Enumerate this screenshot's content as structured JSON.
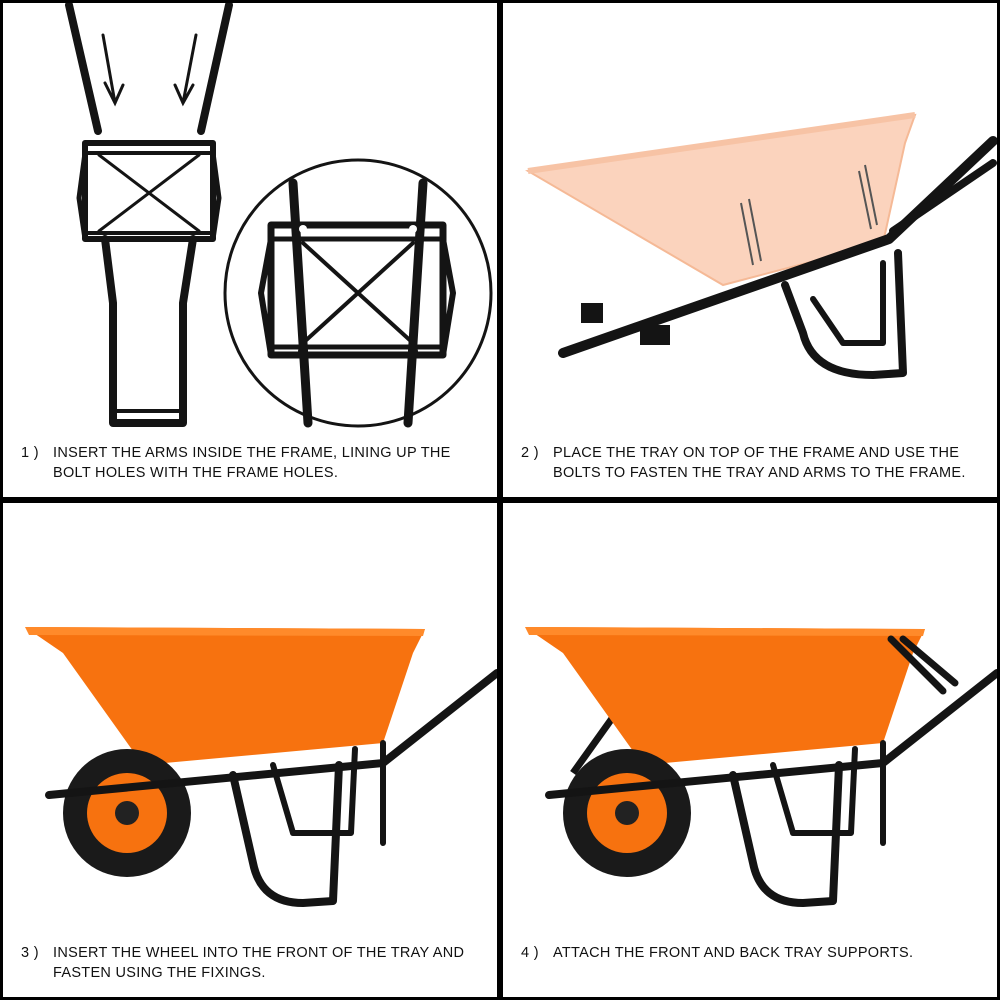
{
  "steps": [
    {
      "number": "1 )",
      "text": "INSERT THE ARMS INSIDE THE FRAME, LINING UP THE BOLT HOLES WITH THE FRAME HOLES."
    },
    {
      "number": "2 )",
      "text": "PLACE THE TRAY ON TOP OF THE FRAME AND USE THE BOLTS TO FASTEN THE TRAY AND ARMS TO THE FRAME."
    },
    {
      "number": "3 )",
      "text": "INSERT THE WHEEL INTO THE FRONT OF THE TRAY AND FASTEN USING THE FIXINGS."
    },
    {
      "number": "4 )",
      "text": "ATTACH THE FRONT AND BACK TRAY SUPPORTS."
    }
  ],
  "colors": {
    "tray_orange": "#f7720f",
    "tray_faded": "#fbd3bd",
    "frame_black": "#141414",
    "border": "#000000"
  },
  "icons": [
    "arrow-down-icon",
    "magnifier-circle"
  ]
}
